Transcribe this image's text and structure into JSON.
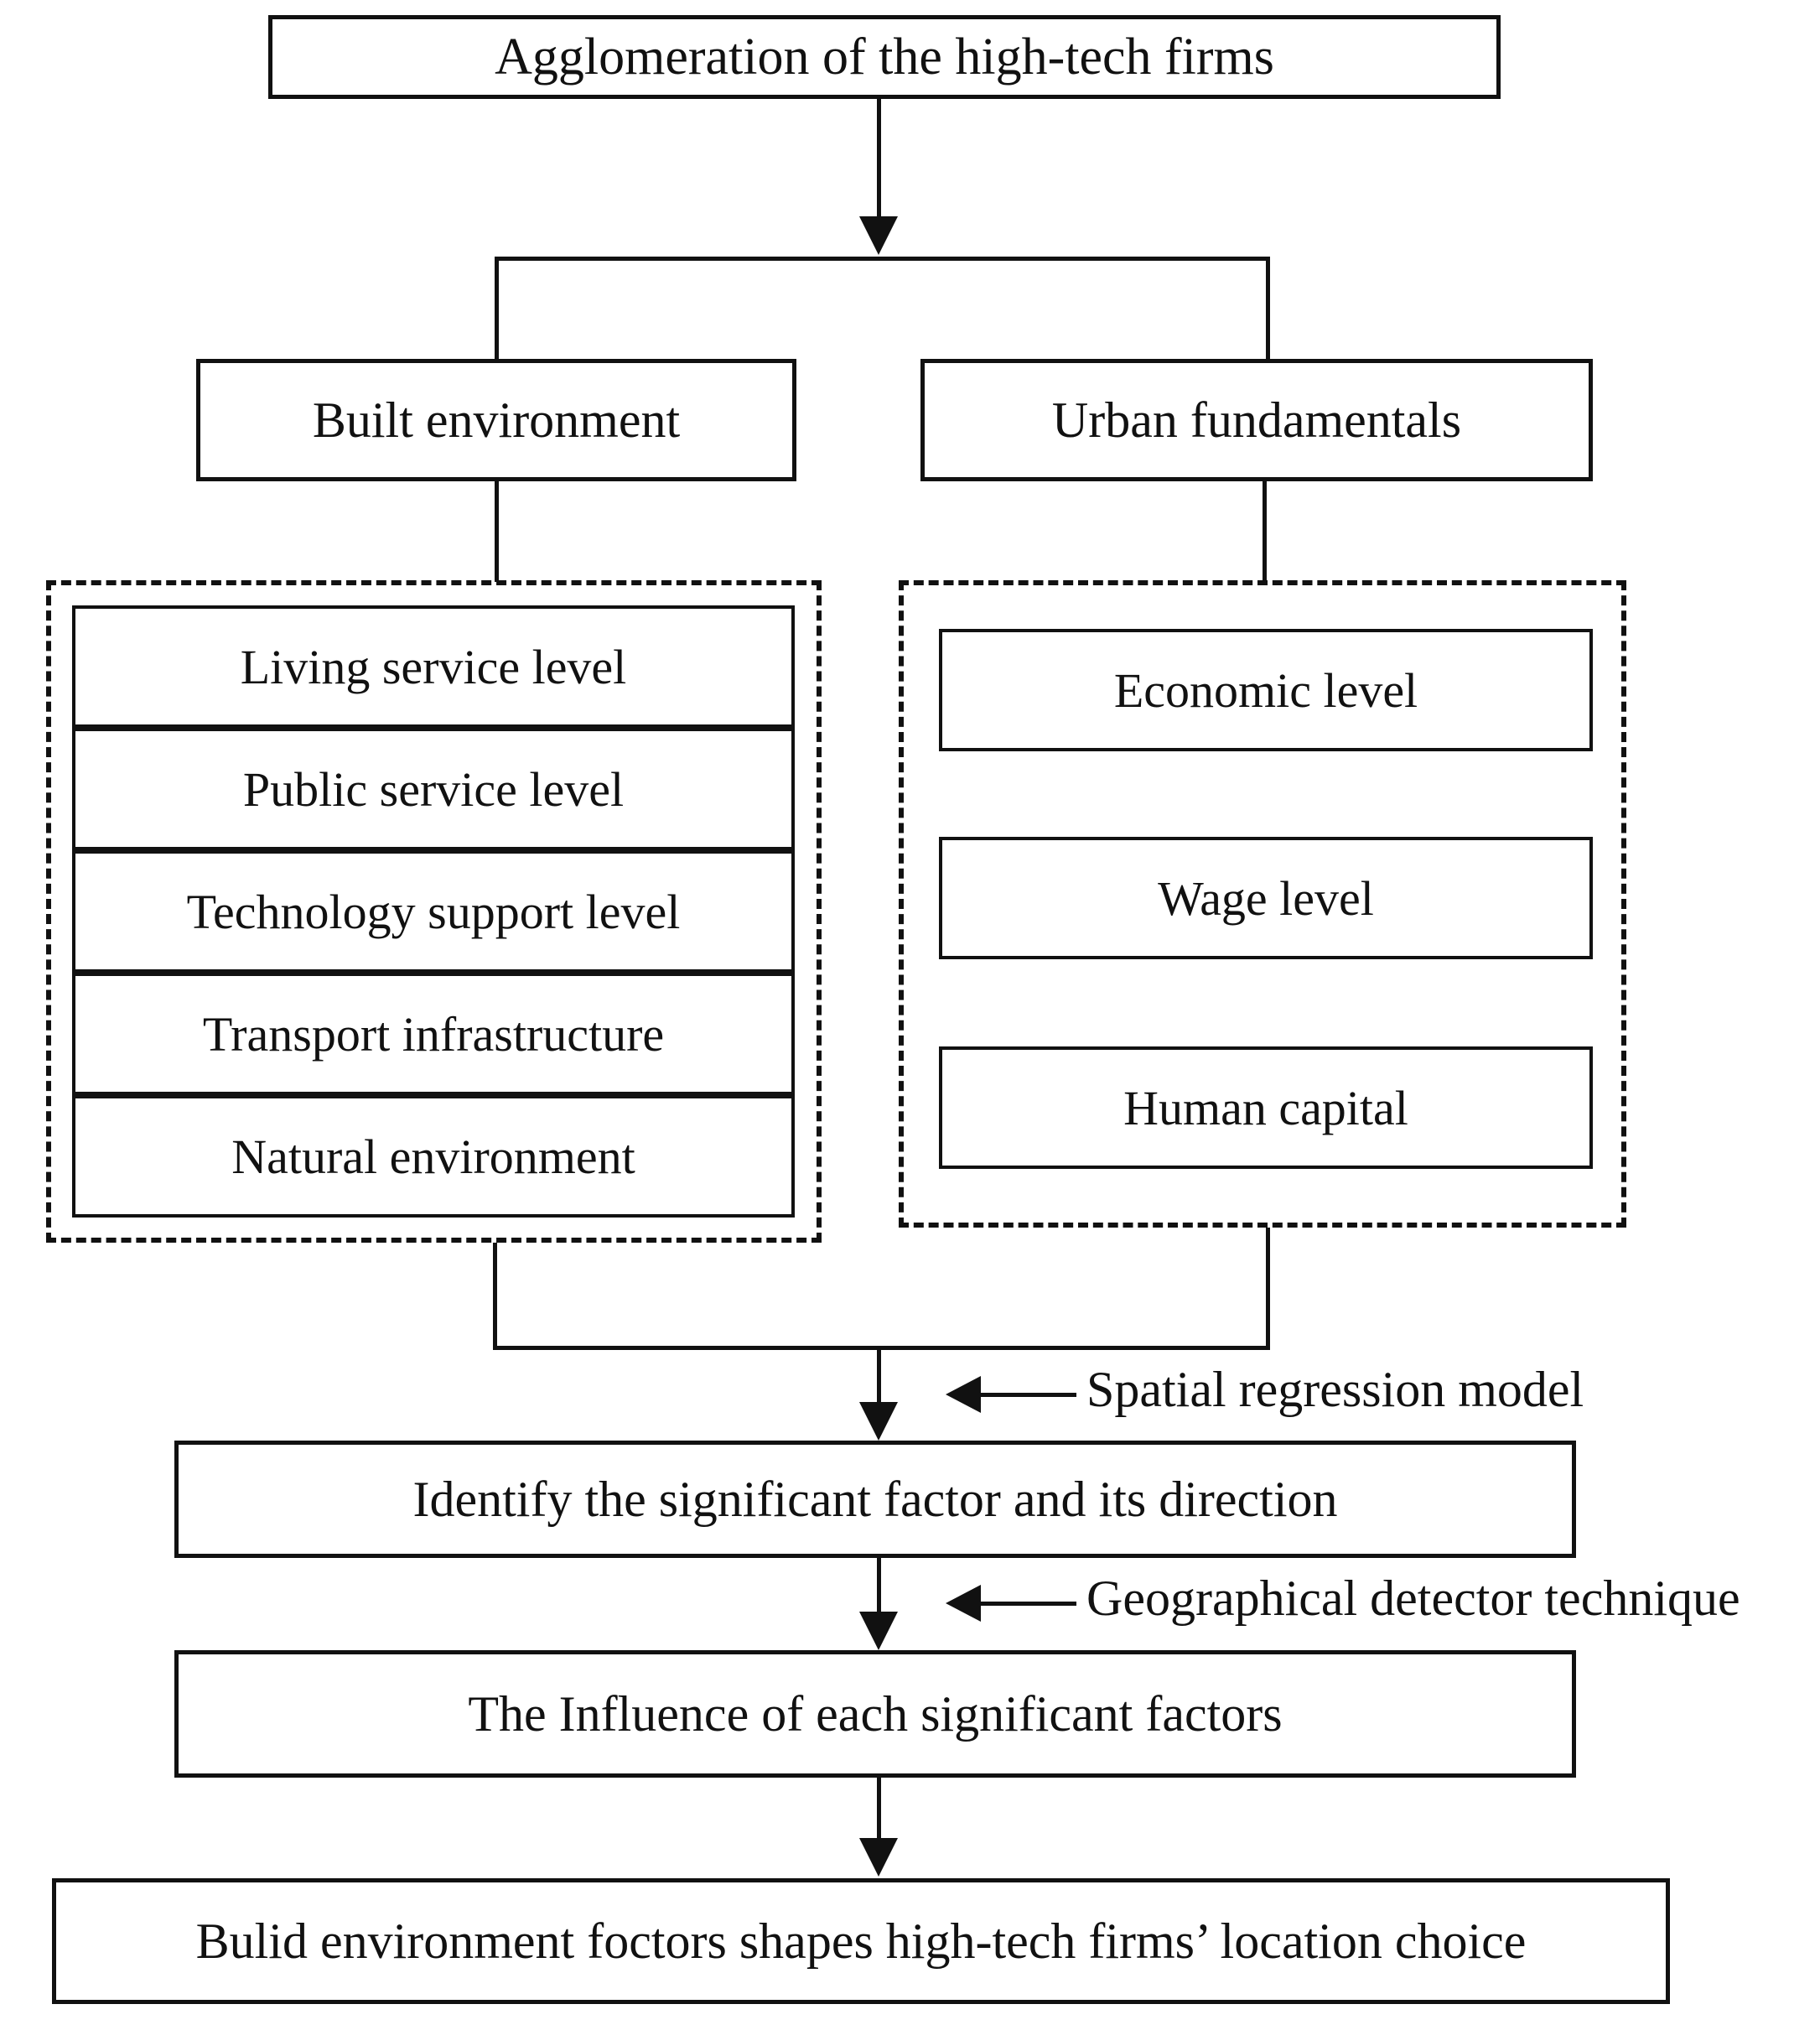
{
  "diagram": {
    "title_box": {
      "label": "Agglomeration of the high-tech firms"
    },
    "branches": [
      {
        "label": "Built environment"
      },
      {
        "label": "Urban fundamentals"
      }
    ],
    "built_environment_factors": [
      {
        "label": "Living service level"
      },
      {
        "label": "Public service level"
      },
      {
        "label": "Technology support level"
      },
      {
        "label": "Transport infrastructure"
      },
      {
        "label": "Natural environment"
      }
    ],
    "urban_fundamentals_factors": [
      {
        "label": "Economic level"
      },
      {
        "label": "Wage level"
      },
      {
        "label": "Human capital"
      }
    ],
    "method_labels": [
      {
        "label": "Spatial regression model"
      },
      {
        "label": "Geographical detector technique"
      }
    ],
    "steps": [
      {
        "label": "Identify the significant factor and its direction"
      },
      {
        "label": "The Influence of each significant factors"
      }
    ],
    "conclusion_box": {
      "label": "Bulid environment foctors shapes high-tech firms’ location choice"
    },
    "colors": {
      "stroke": "#111111",
      "background": "#ffffff"
    }
  }
}
